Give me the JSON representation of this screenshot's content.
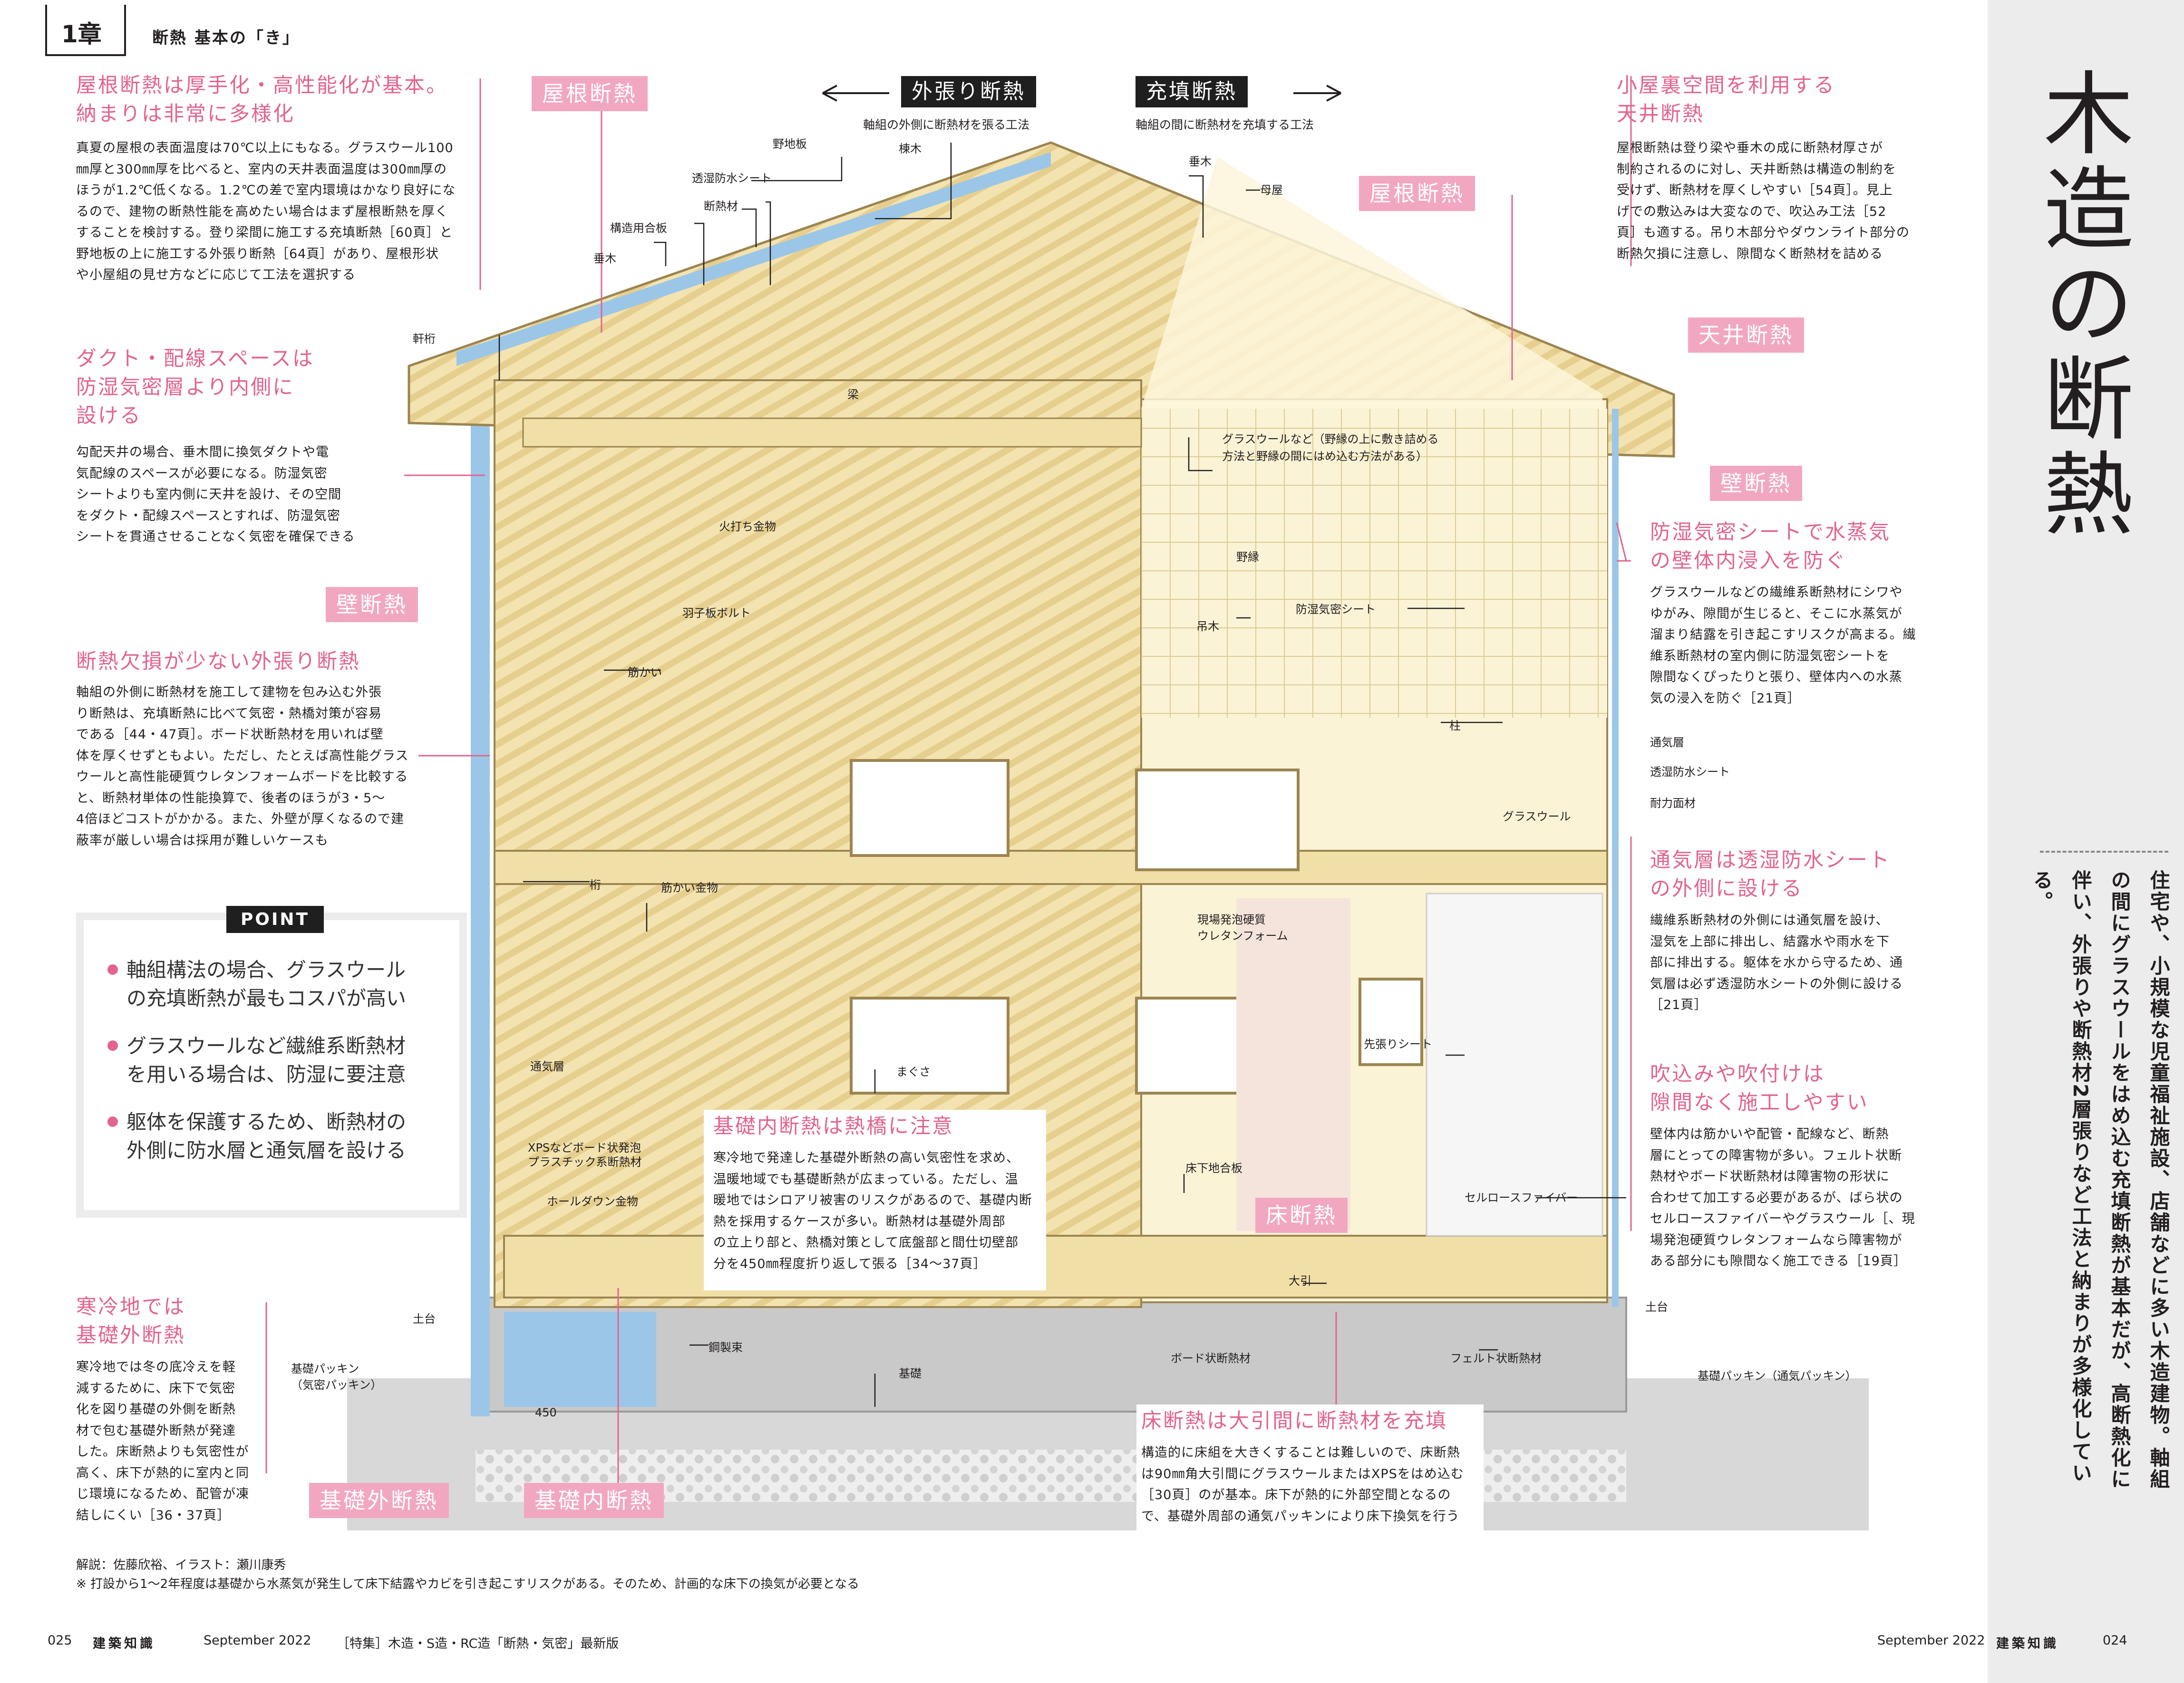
{
  "chapter": {
    "label": "1章",
    "subtitle": "断熱 基本の「き」"
  },
  "title": "木造の断熱",
  "lead": "住宅や、小規模な児童福祉施設、店舗などに多い木造建物。軸組の間にグラスウールをはめ込む充填断熱が基本だが、高断熱化に伴い、外張りや断熱材2層張りなど工法と納まりが多様化している。",
  "methods": {
    "outer": {
      "title": "外張り断熱",
      "sub": "軸組の外側に断熱材を張る工法"
    },
    "fill": {
      "title": "充填断熱",
      "sub": "軸組の間に断熱材を充填する工法"
    }
  },
  "tags": {
    "roof_left": "屋根断熱",
    "roof_right": "屋根断熱",
    "ceiling": "天井断熱",
    "wall_right": "壁断熱",
    "wall_left": "壁断熱",
    "floor": "床断熱",
    "found_out": "基礎外断熱",
    "found_in": "基礎内断熱"
  },
  "blocks": {
    "roof": {
      "title": "屋根断熱は厚手化・高性能化が基本。\n納まりは非常に多様化",
      "body": "真夏の屋根の表面温度は70℃以上にもなる。グラスウール100\n㎜厚と300㎜厚を比べると、室内の天井表面温度は300㎜厚の\nほうが1.2℃低くなる。1.2℃の差で室内環境はかなり良好にな\nるので、建物の断熱性能を高めたい場合はまず屋根断熱を厚く\nすることを検討する。登り梁間に施工する充填断熱［60頁］と\n野地板の上に施工する外張り断熱［64頁］があり、屋根形状\nや小屋組の見せ方などに応じて工法を選択する"
    },
    "duct": {
      "title": "ダクト・配線スペースは\n防湿気密層より内側に\n設ける",
      "body": "勾配天井の場合、垂木間に換気ダクトや電\n気配線のスペースが必要になる。防湿気密\nシートよりも室内側に天井を設け、その空間\nをダクト・配線スペースとすれば、防湿気密\nシートを貫通させることなく気密を確保できる"
    },
    "outer": {
      "title": "断熱欠損が少ない外張り断熱",
      "body": "軸組の外側に断熱材を施工して建物を包み込む外張\nり断熱は、充填断熱に比べて気密・熱橋対策が容易\nである［44・47頁］。ボード状断熱材を用いれば壁\n体を厚くせずともよい。ただし、たとえば高性能グラス\nウールと高性能硬質ウレタンフォームボードを比較する\nと、断熱材単体の性能換算で、後者のほうが3・5～\n4倍ほどコストがかかる。また、外壁が厚くなるので建\n蔽率が厳しい場合は採用が難しいケースも"
    },
    "cold": {
      "title": "寒冷地では\n基礎外断熱",
      "body": "寒冷地では冬の底冷えを軽\n減するために、床下で気密\n化を図り基礎の外側を断熱\n材で包む基礎外断熱が発達\nした。床断熱よりも気密性が\n高く、床下が熱的に室内と同\nじ環境になるため、配管が凍\n結しにくい［36・37頁］"
    },
    "attic": {
      "title": "小屋裏空間を利用する\n天井断熱",
      "body": "屋根断熱は登り梁や垂木の成に断熱材厚さが\n制約されるのに対し、天井断熱は構造の制約を\n受けず、断熱材を厚くしやすい［54頁］。見上\nげでの敷込みは大変なので、吹込み工法［52\n頁］も適する。吊り木部分やダウンライト部分の\n断熱欠損に注意し、隙間なく断熱材を詰める"
    },
    "vapor": {
      "title": "防湿気密シートで水蒸気\nの壁体内浸入を防ぐ",
      "body": "グラスウールなどの繊維系断熱材にシワや\nゆがみ、隙間が生じると、そこに水蒸気が\n溜まり結露を引き起こすリスクが高まる。繊\n維系断熱材の室内側に防湿気密シートを\n隙間なくぴったりと張り、壁体内への水蒸\n気の浸入を防ぐ［21頁］"
    },
    "vent": {
      "title": "通気層は透湿防水シート\nの外側に設ける",
      "body": "繊維系断熱材の外側には通気層を設け、\n湿気を上部に排出し、結露水や雨水を下\n部に排出する。躯体を水から守るため、通\n気層は必ず透湿防水シートの外側に設ける\n［21頁］"
    },
    "blow": {
      "title": "吹込みや吹付けは\n隙間なく施工しやすい",
      "body": "壁体内は筋かいや配管・配線など、断熱\n層にとっての障害物が多い。フェルト状断\n熱材やボード状断熱材は障害物の形状に\n合わせて加工する必要があるが、ばら状の\nセルロースファイバーやグラスウール［、現\n場発泡硬質ウレタンフォームなら障害物が\nある部分にも隙間なく施工できる［19頁］"
    },
    "found": {
      "title": "基礎内断熱は熱橋に注意",
      "body": "寒冷地で発達した基礎外断熱の高い気密性を求め、\n温暖地域でも基礎断熱が広まっている。ただし、温\n暖地ではシロアリ被害のリスクがあるので、基礎内断\n熱を採用するケースが多い。断熱材は基礎外周部\nの立上り部と、熱橋対策として底盤部と間仕切壁部\n分を450㎜程度折り返して張る［34～37頁］"
    },
    "floor": {
      "title": "床断熱は大引間に断熱材を充填",
      "body": "構造的に床組を大きくすることは難しいので、床断熱\nは90㎜角大引間にグラスウールまたはXPSをはめ込む\n［30頁］のが基本。床下が熱的に外部空間となるの\nで、基礎外周部の通気パッキンにより床下換気を行う"
    }
  },
  "point": {
    "label": "POINT",
    "items": [
      "軸組構法の場合、グラスウール\nの充填断熱が最もコスパが高い",
      "グラスウールなど繊維系断熱材\nを用いる場合は、防湿に要注意",
      "躯体を保護するため、断熱材の\n外側に防水層と通気層を設ける"
    ]
  },
  "labels": {
    "noji": "野地板",
    "munagi": "棟木",
    "toshitsu": "透湿防水シート",
    "dannetsu": "断熱材",
    "kozo": "構造用合板",
    "taruki": "垂木",
    "nokigeta": "軒桁",
    "taruki2": "垂木",
    "moya": "母屋",
    "hari": "梁",
    "gw_note": "グラスウールなど（野縁の上に敷き詰める\n方法と野縁の間にはめ込む方法がある）",
    "hiuchi": "火打ち金物",
    "hagoita": "羽子板ボルト",
    "nobuchi": "野縁",
    "boshitsu": "防湿気密シート",
    "tsurigi": "吊木",
    "sujikai": "筋かい",
    "hashira": "柱",
    "tsuki": "通気層",
    "toshitsu2": "透湿防水シート",
    "taika": "耐力面材",
    "gw": "グラスウール",
    "keta": "桁",
    "sujikai_k": "筋かい金物",
    "urethane": "現場発泡硬質\nウレタンフォーム",
    "sakibari": "先張りシート",
    "tsuki2": "通気層",
    "magusa": "まぐさ",
    "xps": "XPSなどボード状発泡\nプラスチック系断熱材",
    "holdown": "ホールダウン金物",
    "yukashita": "床下地合板",
    "cellulose": "セルロースファイバー",
    "dodai": "土台",
    "dodai2": "土台",
    "oobiki": "大引",
    "kotetsu": "鋼製束",
    "kiso": "基礎",
    "packing": "基礎パッキン\n（気密パッキン）",
    "board": "ボード状断熱材",
    "felt": "フェルト状断熱材",
    "packing2": "基礎パッキン（通気パッキン）",
    "dim": "450"
  },
  "credits": {
    "line1": "解説：佐藤欣裕、イラスト：瀬川康秀",
    "line2": "※ 打設から1～2年程度は基礎から水蒸気が発生して床下結露やカビを引き起こすリスクがある。そのため、計画的な床下の換気が必要となる"
  },
  "footer": {
    "left_page": "025",
    "left_mag": "建築知識",
    "left_date": "September 2022",
    "left_feature": "［特集］木造・S造・RC造「断熱・気密」最新版",
    "right_date": "September 2022",
    "right_mag": "建築知識",
    "right_page": "024"
  },
  "colors": {
    "accent": "#e2648f",
    "tag_bg": "#f2a7c0",
    "wood": "#f1dfa8",
    "insul_blue": "#9cc6e8",
    "side_bg": "#ececec"
  }
}
